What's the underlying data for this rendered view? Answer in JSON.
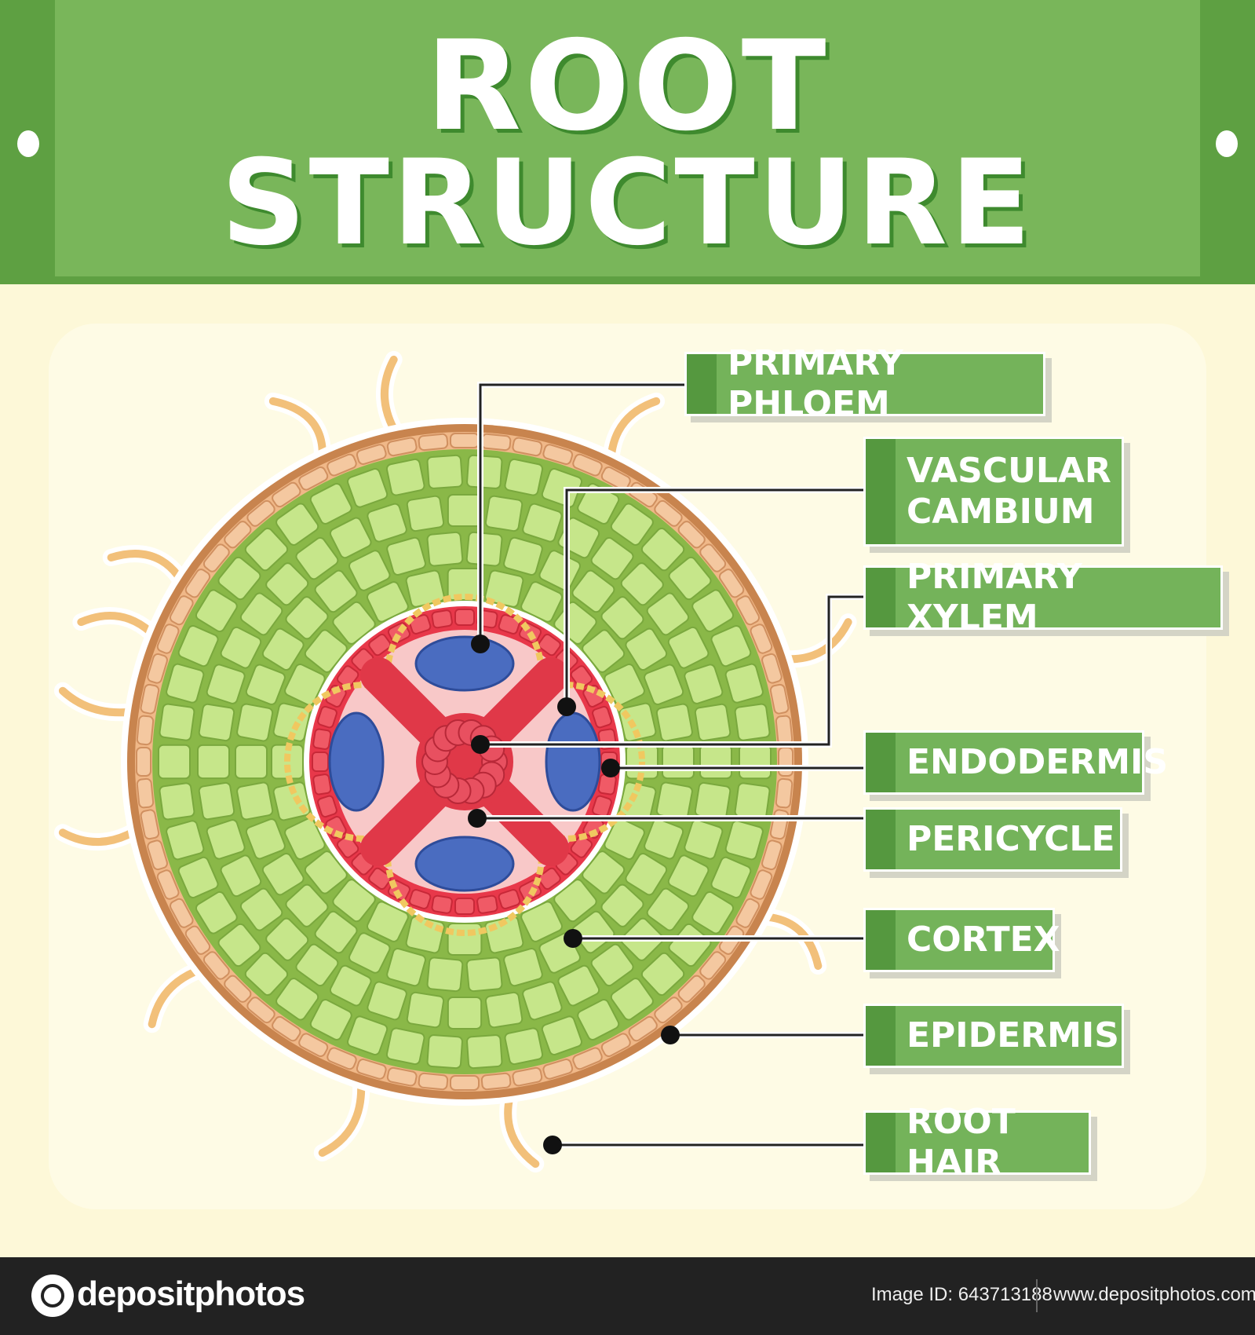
{
  "title": {
    "line1": "ROOT",
    "line2": "STRUCTURE"
  },
  "labels": [
    {
      "id": "primary-phloem",
      "text": "PRIMARY PHLOEM"
    },
    {
      "id": "vascular-cambium",
      "text": "VASCULAR\nCAMBIUM"
    },
    {
      "id": "primary-xylem",
      "text": "PRIMARY XYLEM"
    },
    {
      "id": "endodermis",
      "text": "ENDODERMIS"
    },
    {
      "id": "pericycle",
      "text": "PERICYCLE"
    },
    {
      "id": "cortex",
      "text": "CORTEX"
    },
    {
      "id": "epidermis",
      "text": "EPIDERMIS"
    },
    {
      "id": "root-hair",
      "text": "ROOT HAIR"
    }
  ],
  "footer": {
    "brand": "depositphotos",
    "image_id": "Image ID: 643713188",
    "site": "www.depositphotos.com"
  },
  "colors": {
    "banner": "#79b65a",
    "epidermis": "#e0a070",
    "cortex": "#a8d46a",
    "endodermis": "#e8384a",
    "phloem": "#4a6cc0",
    "xylem": "#e03848",
    "cambium": "#f0c860",
    "pith_pink": "#f8c8c8"
  }
}
